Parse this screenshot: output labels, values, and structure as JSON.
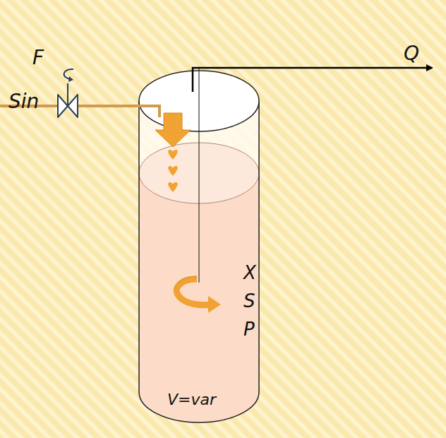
{
  "diagram": {
    "nodes": [
      {
        "text": [
          "X",
          "S",
          "P",
          "V=var"
        ]
      }
    ],
    "labels": [
      "F",
      "Sin",
      "Q"
    ]
  }
}
